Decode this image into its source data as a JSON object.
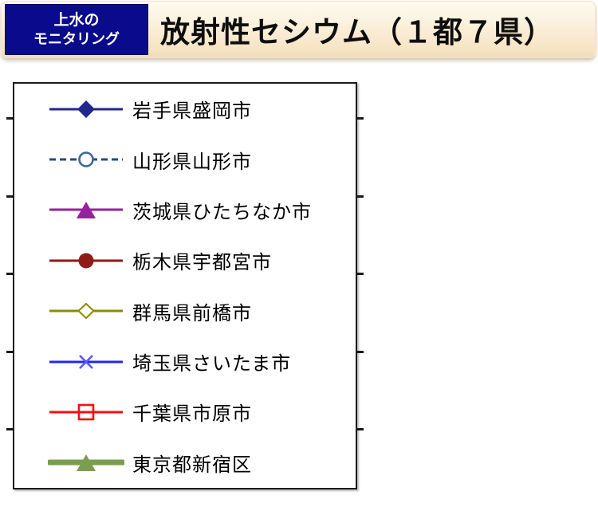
{
  "header": {
    "badge": {
      "line1": "上水の",
      "line2": "モニタリング",
      "bg_color": "#0A0A8C",
      "text_color": "#FFFFFF"
    },
    "title": "放射性セシウム（１都７県）",
    "band_color_top": "#FEFBF1",
    "band_color_bottom": "#F2DDBA"
  },
  "chart_data": {
    "type": "line",
    "title": "放射性セシウム（１都７県）",
    "legend_position": "over-plot-area",
    "series": [
      {
        "name": "岩手県盛岡市",
        "color": "#20288E",
        "marker": "diamond-filled",
        "line_style": "solid",
        "line_width": 3
      },
      {
        "name": "山形県山形市",
        "color": "#2B4877",
        "marker": "circle-open",
        "marker_color": "#3E6695",
        "line_style": "dashed",
        "line_width": 3
      },
      {
        "name": "茨城県ひたちなか市",
        "color": "#96219E",
        "marker": "triangle-filled",
        "line_style": "solid",
        "line_width": 3
      },
      {
        "name": "栃木県宇都宮市",
        "color": "#8E1B16",
        "marker": "circle-filled",
        "line_style": "solid",
        "line_width": 3
      },
      {
        "name": "群馬県前橋市",
        "color": "#8A8C00",
        "marker": "diamond-open",
        "line_style": "solid",
        "line_width": 3
      },
      {
        "name": "埼玉県さいたま市",
        "color": "#2525EE",
        "marker": "x-cross",
        "marker_color": "#5757F6",
        "line_style": "solid",
        "line_width": 3
      },
      {
        "name": "千葉県市原市",
        "color": "#F01212",
        "marker": "square-open",
        "line_style": "solid",
        "line_width": 3
      },
      {
        "name": "東京都新宿区",
        "color": "#7C9C50",
        "marker": "triangle-filled",
        "line_style": "solid",
        "line_width": 7
      }
    ]
  }
}
